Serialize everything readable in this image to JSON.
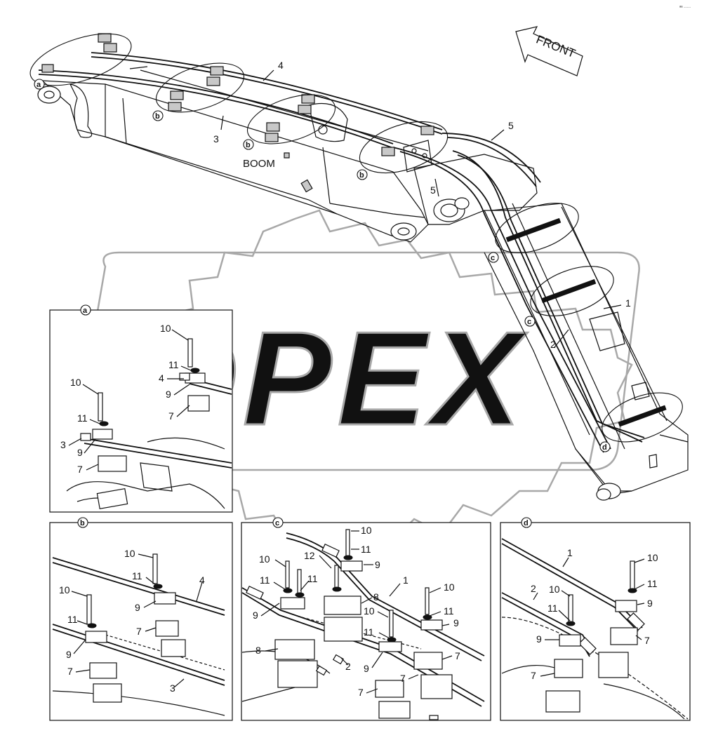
{
  "corner_mark": "ᵃᵃ ·····",
  "front_label": "FRONT",
  "boom_label": "BOOM",
  "watermark": "OPEX",
  "main_labels": {
    "l4": "4",
    "l3": "3",
    "l5a": "5",
    "l5b": "5",
    "l1": "1",
    "l2": "2"
  },
  "markers": {
    "a": "a",
    "b": "b",
    "c": "c",
    "d": "d"
  },
  "detail_a": {
    "title": "a",
    "labels": [
      "10",
      "11",
      "4",
      "9",
      "7",
      "10",
      "11",
      "3",
      "9",
      "7"
    ]
  },
  "detail_b": {
    "title": "b",
    "labels": [
      "10",
      "11",
      "4",
      "9",
      "7",
      "10",
      "11",
      "9",
      "7",
      "3"
    ]
  },
  "detail_c": {
    "title": "c",
    "labels": [
      "10",
      "11",
      "9",
      "12",
      "10",
      "11",
      "11",
      "1",
      "8",
      "9",
      "10",
      "10",
      "11",
      "9",
      "8",
      "11",
      "2",
      "9",
      "7",
      "7",
      "7"
    ]
  },
  "detail_d": {
    "title": "d",
    "labels": [
      "1",
      "10",
      "11",
      "9",
      "2",
      "10",
      "11",
      "7",
      "9",
      "7"
    ]
  }
}
